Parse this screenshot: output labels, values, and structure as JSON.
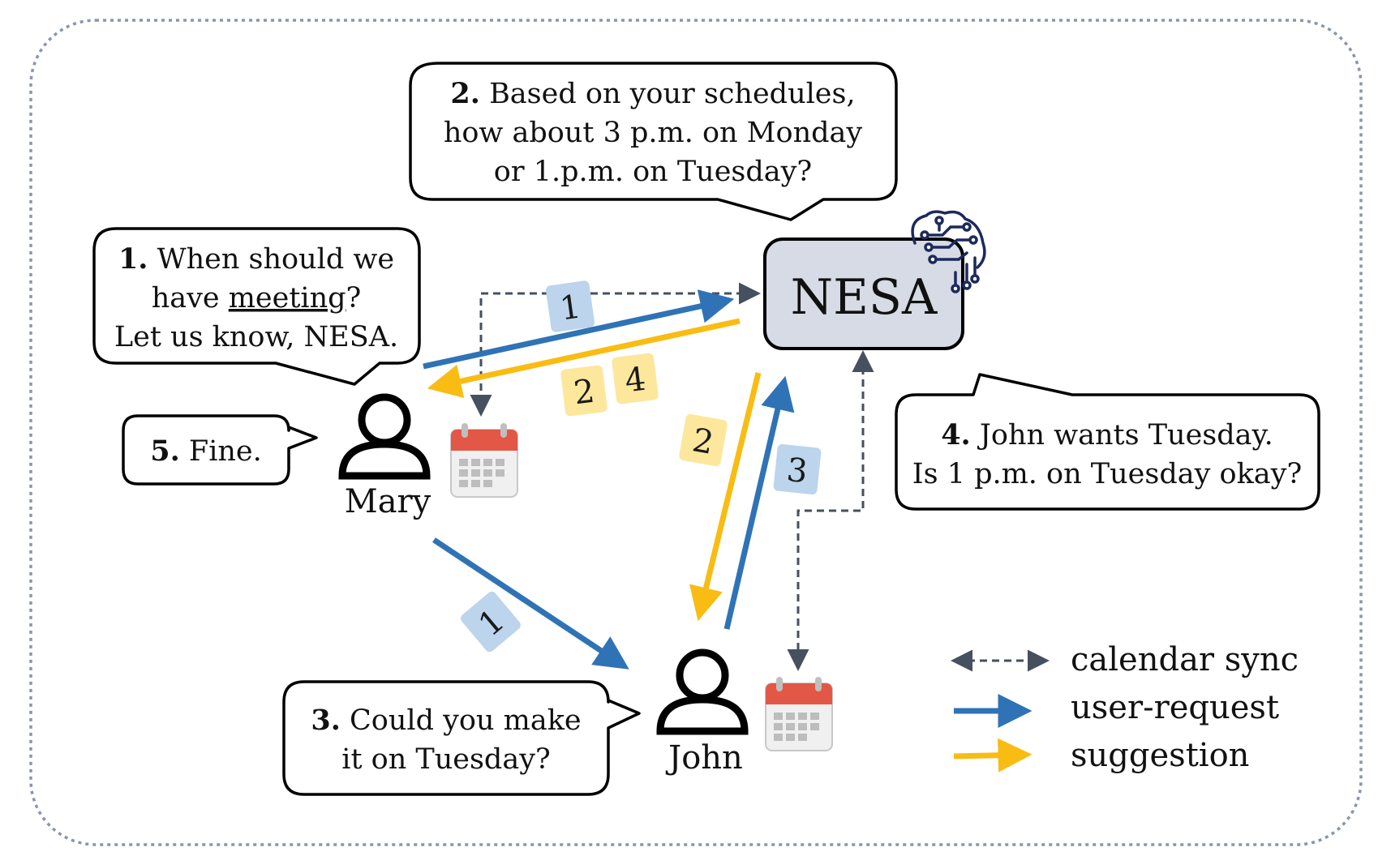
{
  "colors": {
    "user_request": "#2f73b6",
    "suggestion": "#f9bc13",
    "calendar_sync": "#46505e",
    "nesa_box": "#d6dbe5",
    "calendar_red": "#e35746",
    "frame": "#8a96a8"
  },
  "nesa": {
    "label": "NESA",
    "icon": "brain-circuit-icon"
  },
  "people": {
    "mary": {
      "name": "Mary",
      "icon": "person-icon"
    },
    "john": {
      "name": "John",
      "icon": "person-icon"
    }
  },
  "calendars": {
    "icon": "calendar-icon"
  },
  "bubbles": {
    "b1": {
      "num": "1.",
      "lines": [
        "When should we",
        "have ",
        "meeting",
        "?",
        "Let us know, NESA."
      ]
    },
    "b2": {
      "num": "2.",
      "lines": [
        "Based on your schedules,",
        "how about 3 p.m. on Monday",
        "or 1.p.m. on Tuesday?"
      ]
    },
    "b3": {
      "num": "3.",
      "lines": [
        "Could you make",
        "it on Tuesday?"
      ]
    },
    "b4": {
      "num": "4.",
      "lines": [
        "John wants Tuesday.",
        "Is 1 p.m. on Tuesday okay?"
      ]
    },
    "b5": {
      "num": "5.",
      "lines": [
        "Fine."
      ]
    }
  },
  "badges": {
    "mary_nesa_request": "1",
    "nesa_mary_suggest_a": "2",
    "nesa_mary_suggest_b": "4",
    "nesa_john_suggest": "2",
    "john_nesa_request": "3",
    "mary_john_request": "1"
  },
  "legend": {
    "calendar_sync": "calendar sync",
    "user_request": "user-request",
    "suggestion": "suggestion"
  }
}
